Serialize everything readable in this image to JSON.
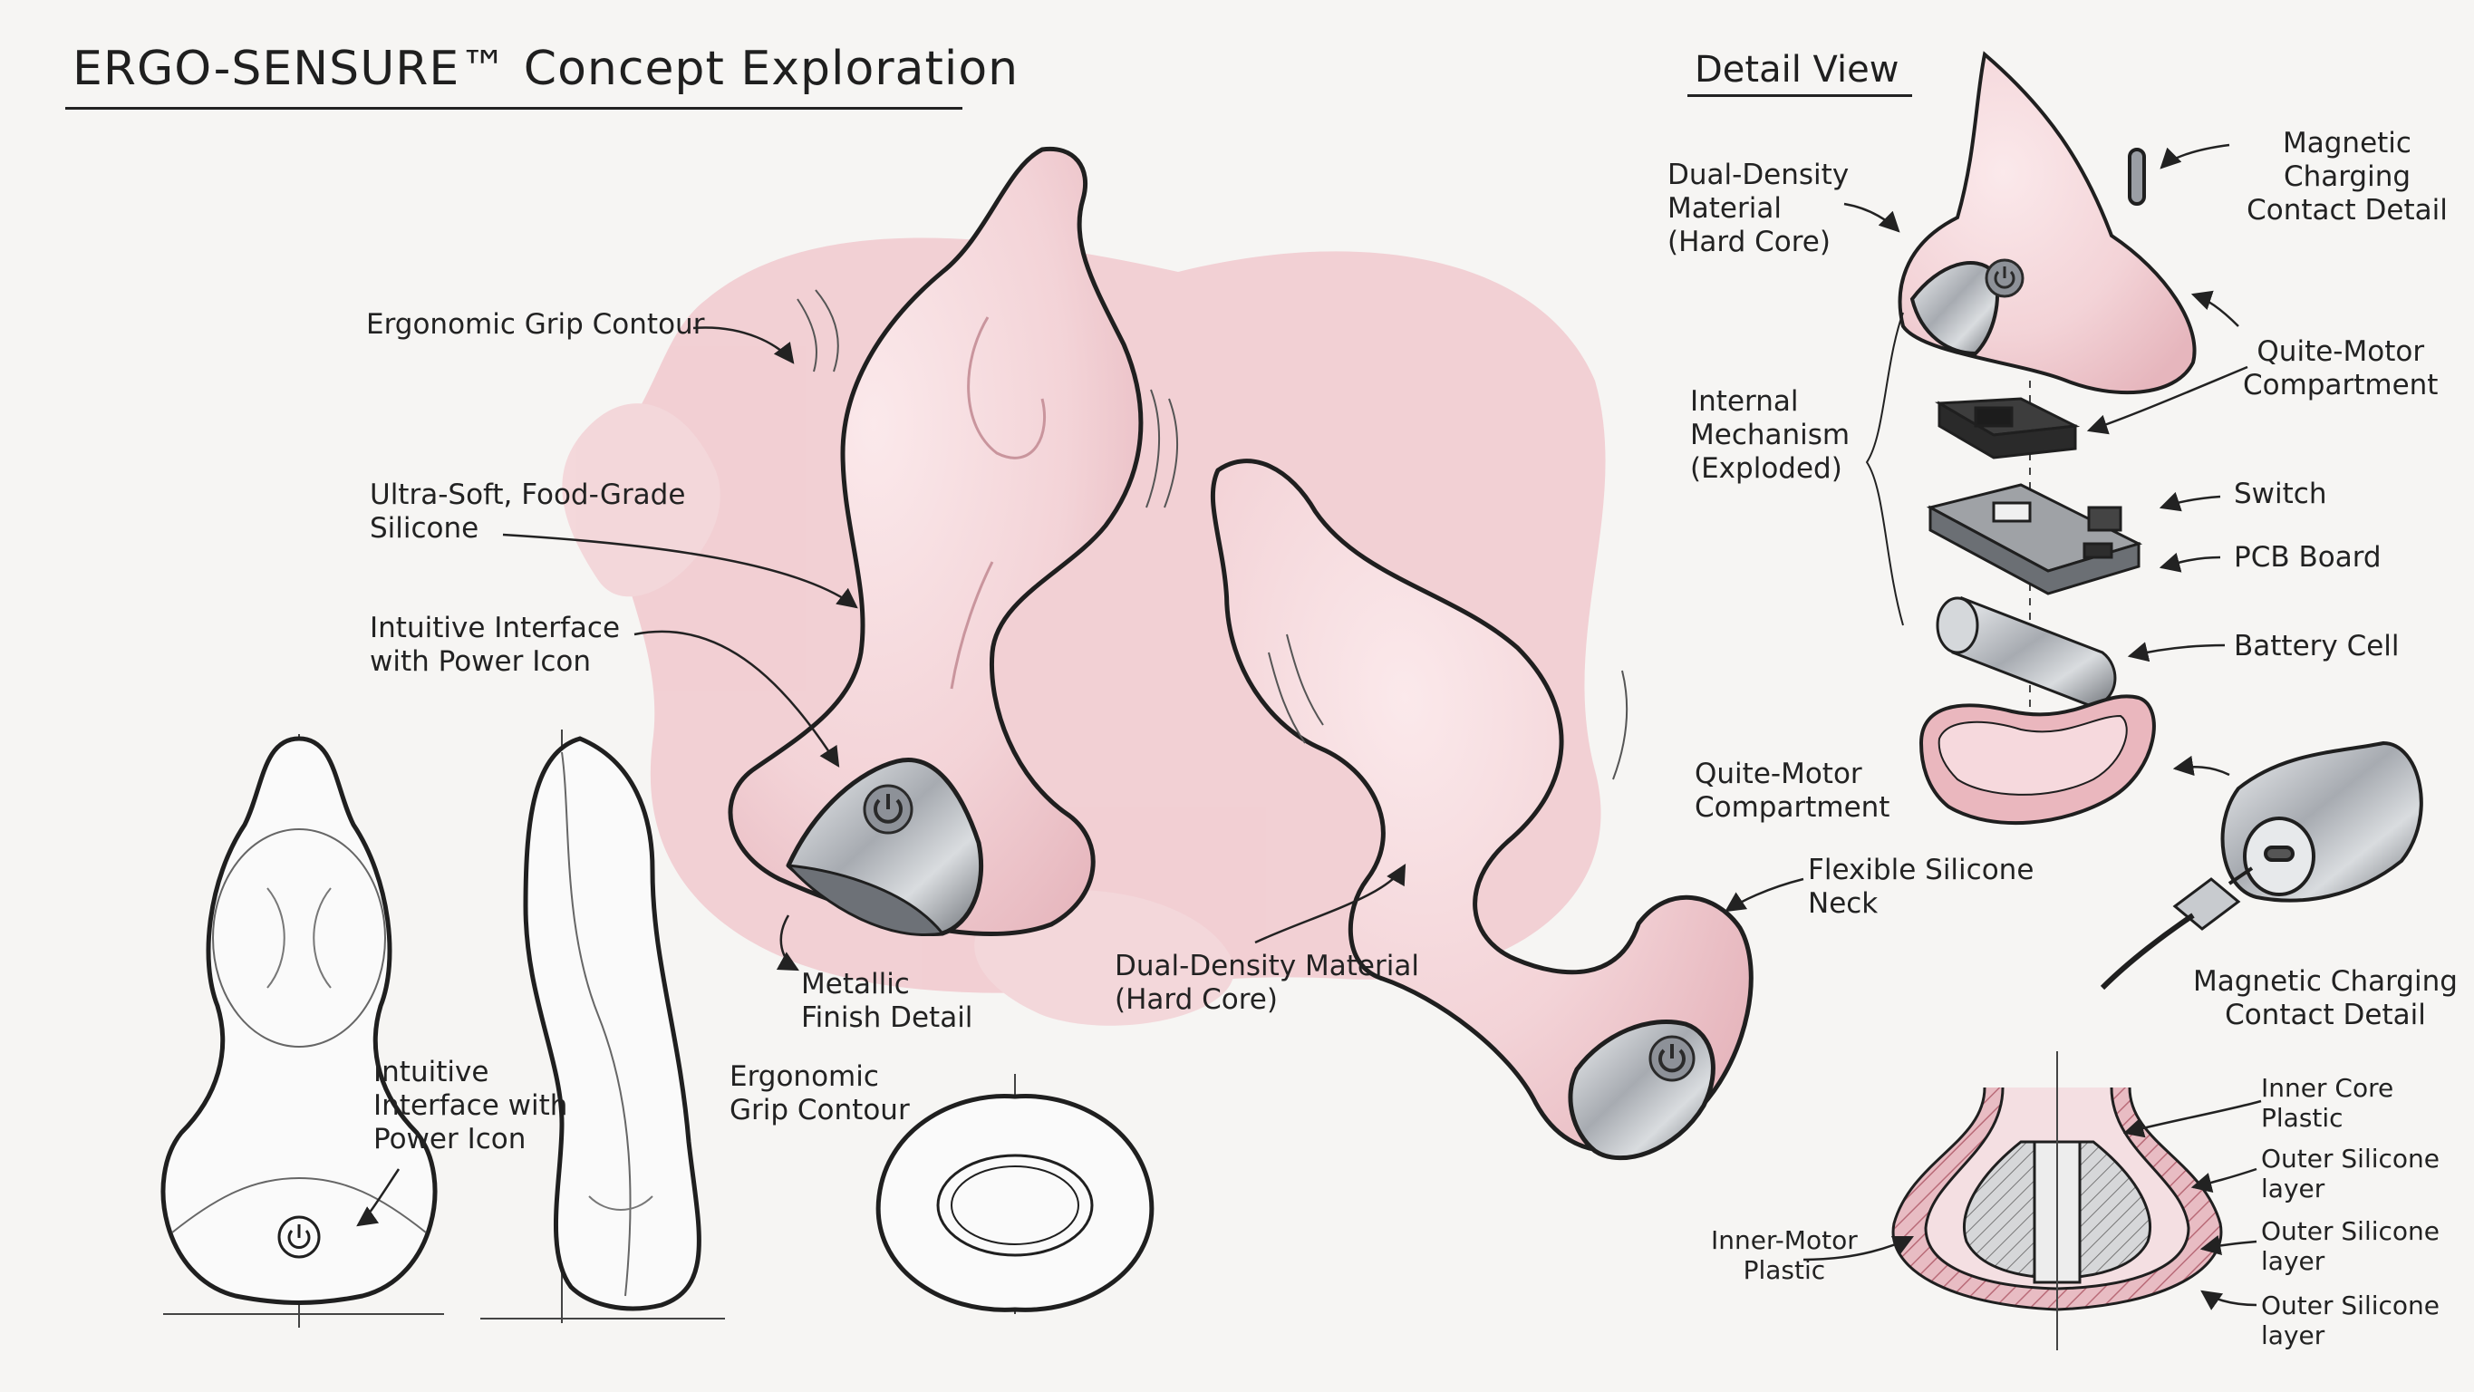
{
  "title": "ERGO-SENSURE™ Concept Exploration",
  "detail_view_title": "Detail View",
  "labels": {
    "ergonomic_grip_contour_main": "Ergonomic Grip Contour",
    "ultra_soft_silicone": "Ultra-Soft, Food-Grade\nSilicone",
    "intuitive_interface_main": "Intuitive Interface\nwith Power Icon",
    "metallic_finish": "Metallic\nFinish Detail",
    "dual_density_main": "Dual-Density Material\n(Hard Core)",
    "intuitive_interface_front": "Intuitive\nInterface with\nPower Icon",
    "ergonomic_grip_contour_side": "Ergonomic\nGrip Contour",
    "dual_density_detail": "Dual-Density\nMaterial\n(Hard Core)",
    "magnetic_charging_top": "Magnetic Charging\nContact Detail",
    "quite_motor_top": "Quite-Motor\nCompartment",
    "internal_mechanism": "Internal\nMechanism\n(Exploded)",
    "switch": "Switch",
    "pcb_board": "PCB Board",
    "battery_cell": "Battery Cell",
    "quite_motor_bottom": "Quite-Motor\nCompartment",
    "flexible_neck": "Flexible Silicone\nNeck",
    "magnetic_charging_bottom": "Magnetic Charging\nContact Detail",
    "inner_core_plastic": "Inner Core\nPlastic",
    "outer_silicone_1": "Outer Silicone\nlayer",
    "outer_silicone_2": "Outer Silicone\nlayer",
    "outer_silicone_3": "Outer Silicone\nlayer",
    "inner_motor_plastic": "Inner-Motor\nPlastic"
  },
  "colors": {
    "ink": "#1f1f1f",
    "silicone_pink": "#f3d2d6",
    "wash_pink": "#eda9b3",
    "metal": "#a9adb3",
    "paper": "#f6f5f3"
  },
  "icons": [
    "power-icon",
    "usb-cable-icon",
    "charging-port-icon"
  ]
}
